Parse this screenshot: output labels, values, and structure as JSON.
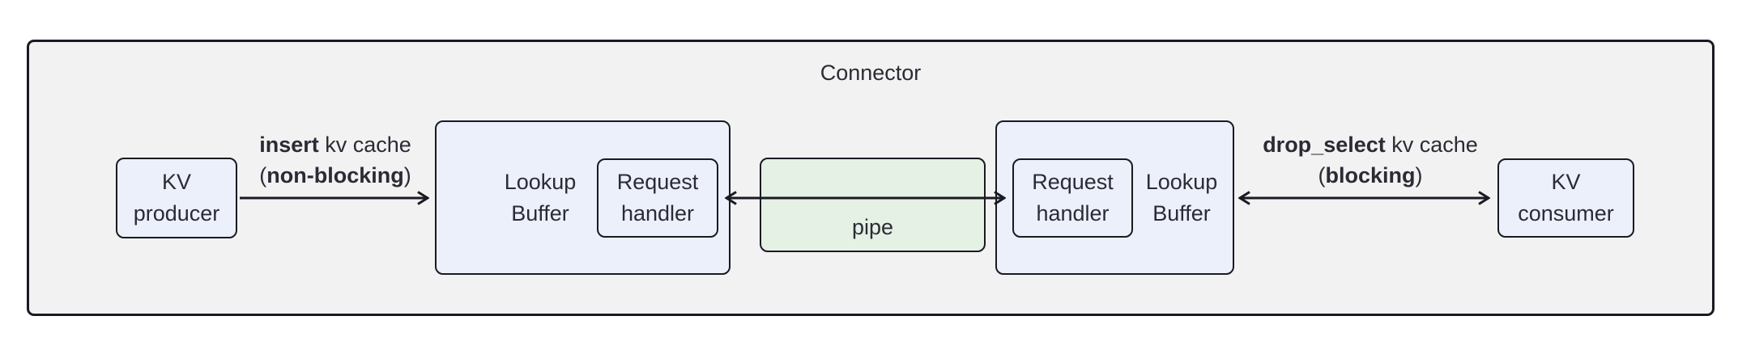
{
  "diagram": {
    "title": "Connector",
    "nodes": {
      "kv_producer": {
        "line1": "KV",
        "line2": "producer"
      },
      "lookup_buffer_left": {
        "line1": "Lookup",
        "line2": "Buffer"
      },
      "request_handler_left": {
        "line1": "Request",
        "line2": "handler"
      },
      "pipe": {
        "label": "pipe"
      },
      "request_handler_right": {
        "line1": "Request",
        "line2": "handler"
      },
      "lookup_buffer_right": {
        "line1": "Lookup",
        "line2": "Buffer"
      },
      "kv_consumer": {
        "line1": "KV",
        "line2": "consumer"
      }
    },
    "edges": {
      "insert": {
        "method": "insert",
        "rest": " kv cache",
        "paren_open": "(",
        "mode": "non-blocking",
        "paren_close": ")"
      },
      "drop_select": {
        "method": "drop_select",
        "rest": " kv cache",
        "paren_open": "(",
        "mode": "blocking",
        "paren_close": ")"
      }
    },
    "colors": {
      "node_fill": "#ecf0fa",
      "pipe_fill": "#e4f1e4",
      "container_fill": "#f2f2f2",
      "stroke": "#1a1a23",
      "text": "#2b2b36"
    }
  }
}
